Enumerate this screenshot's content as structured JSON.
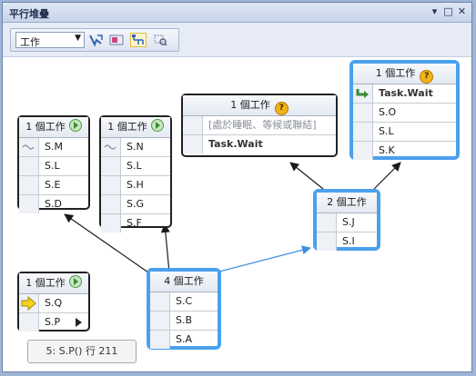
{
  "window": {
    "title": "平行堆疊",
    "buttons": {
      "pin": "▾",
      "maximize": "□",
      "close": "✕"
    }
  },
  "toolbar": {
    "view_select_value": "工作",
    "icons": [
      "toggle-method-view-icon",
      "toggle-zoom-icon",
      "toggle-auto-scroll-icon",
      "thread-map-icon"
    ]
  },
  "nodes": {
    "n1": {
      "header": "1 個工作",
      "rows": [
        "S.M",
        "S.L",
        "S.E",
        "S.D"
      ]
    },
    "n2": {
      "header": "1 個工作",
      "rows": [
        "S.N",
        "S.L",
        "S.H",
        "S.G",
        "S.F"
      ]
    },
    "n3": {
      "header": "1 個工作",
      "rows": [
        "[處於睡眠、等候或聯結]",
        "Task.Wait"
      ]
    },
    "n4": {
      "header": "1 個工作",
      "rows": [
        "Task.Wait",
        "S.O",
        "S.L",
        "S.K"
      ]
    },
    "n5": {
      "header": "2 個工作",
      "rows": [
        "S.J",
        "S.I"
      ]
    },
    "n6": {
      "header": "4 個工作",
      "rows": [
        "S.C",
        "S.B",
        "S.A"
      ]
    },
    "n7": {
      "header": "1 個工作",
      "rows": [
        "S.Q",
        "S.P"
      ]
    }
  },
  "status_tooltip": "5: S.P() 行 211",
  "colors": {
    "active_border": "#4aa0ec",
    "active_arrow": "#3f8fe0",
    "normal_arrow": "#1a1a1a"
  }
}
